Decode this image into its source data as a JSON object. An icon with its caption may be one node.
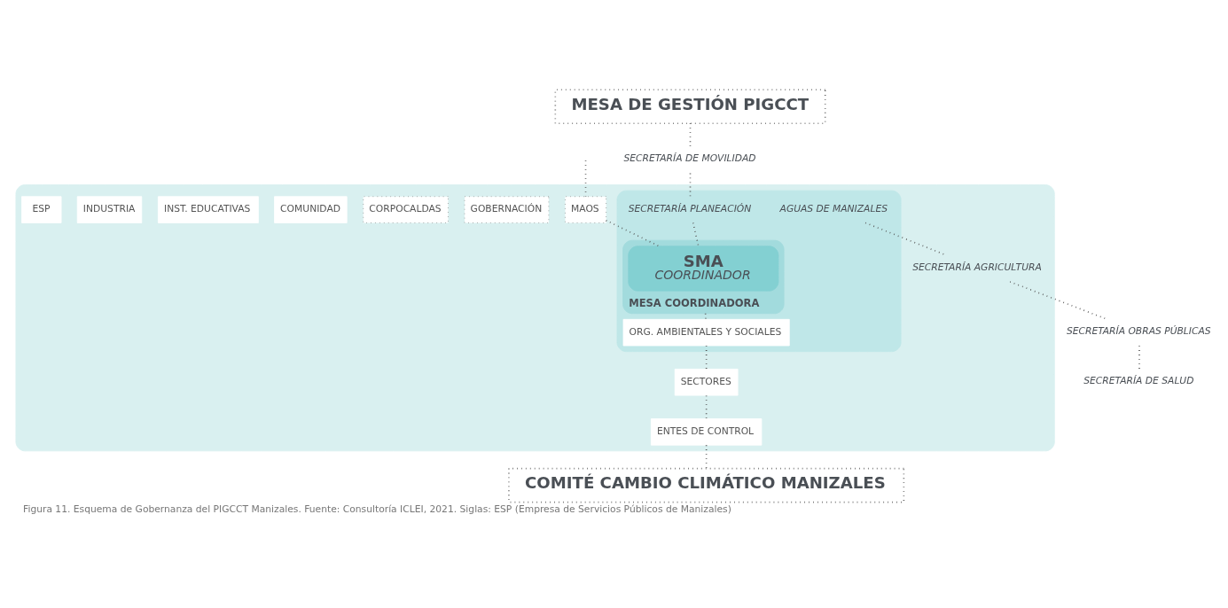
{
  "diagram": {
    "caption": "Figura 11. Esquema de Gobernanza del PIGCCT Manizales. Fuente: Consultoría ICLEI, 2021. Siglas: ESP (Empresa de Servicios Públicos de Manizales)",
    "nodes": [
      {
        "text": [],
        "shape": "box"
      },
      {
        "text": [],
        "shape": "box",
        "in": 0
      },
      {
        "text": [
          "MESA COORDINADORA"
        ],
        "in": 1
      },
      {
        "text": [
          "SMA",
          "COORDINADOR"
        ],
        "in": 2
      },
      {
        "text": [
          "MAOS"
        ],
        "in": 0
      },
      {
        "text": [
          "GOBERNACIÓN"
        ],
        "in": 0
      },
      {
        "text": [
          "CORPOCALDAS"
        ],
        "in": 0
      },
      {
        "text": [
          "MESA DE GESTIÓN PIGCCT"
        ]
      },
      {
        "text": [
          "SECRETARÍA DE MOVILIDAD"
        ]
      },
      {
        "text": [
          "SECRETARÍA PLANEACIÓN"
        ],
        "in": 1
      },
      {
        "text": [
          "AGUAS DE MANIZALES"
        ],
        "in": 1
      },
      {
        "text": [
          "SECRETARÍA AGRICULTURA"
        ],
        "in": 0
      },
      {
        "text": [
          "SECRETARÍA OBRAS PÚBLICAS"
        ]
      },
      {
        "text": [
          "SECRETARÍA DE SALUD"
        ]
      },
      {
        "text": [
          "COMUNIDAD"
        ],
        "in": 0
      },
      {
        "text": [
          "ORG. AMBIENTALES Y SOCIALES"
        ],
        "in": 1
      },
      {
        "text": [
          "INST. EDUCATIVAS"
        ],
        "in": 0
      },
      {
        "text": [
          "INDUSTRIA"
        ],
        "in": 0
      },
      {
        "text": [
          "SECTORES"
        ],
        "in": 0
      },
      {
        "text": [
          "ESP"
        ],
        "in": 0
      },
      {
        "text": [
          "ENTES DE CONTROL"
        ],
        "in": 0
      },
      {
        "text": [
          "COMITÉ CAMBIO CLIMÁTICO MANIZALES"
        ]
      }
    ],
    "edges": [
      {
        "from": null,
        "to": 4,
        "arrow": "none"
      },
      {
        "from": 4,
        "to": 3,
        "arrow": "none"
      },
      {
        "from": 7,
        "to": 8,
        "arrow": "none"
      },
      {
        "from": 8,
        "to": 9,
        "arrow": "none"
      },
      {
        "from": 9,
        "to": 3,
        "arrow": "none"
      },
      {
        "from": 10,
        "to": 11,
        "arrow": "none"
      },
      {
        "from": 11,
        "to": 12,
        "arrow": "none"
      },
      {
        "from": 12,
        "to": 13,
        "arrow": "none"
      },
      {
        "from": 2,
        "to": 15,
        "arrow": "none"
      },
      {
        "from": 15,
        "to": 18,
        "arrow": "none"
      },
      {
        "from": 18,
        "to": 20,
        "arrow": "none"
      },
      {
        "from": 20,
        "to": 21,
        "arrow": "none"
      }
    ]
  }
}
